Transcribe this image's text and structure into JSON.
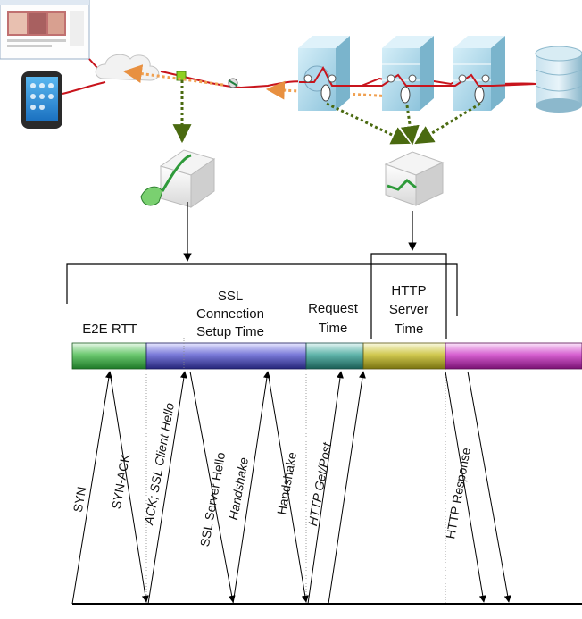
{
  "phases": [
    {
      "key": "e2e",
      "label": "E2E RTT"
    },
    {
      "key": "ssl",
      "line1": "SSL",
      "line2": "Connection",
      "line3": "Setup Time"
    },
    {
      "key": "request",
      "line1": "Request",
      "line2": "Time"
    },
    {
      "key": "server",
      "line1": "HTTP",
      "line2": "Server",
      "line3": "Time"
    }
  ],
  "messages": [
    {
      "key": "syn",
      "label": "SYN",
      "italic": false
    },
    {
      "key": "synack",
      "label": "SYN-ACK",
      "italic": false
    },
    {
      "key": "ack",
      "label": "ACK; SSL Client Hello",
      "italic": true
    },
    {
      "key": "serverhello",
      "label": "SSL Server Hello",
      "italic": false
    },
    {
      "key": "handshake1",
      "label": "Handshake",
      "italic": true
    },
    {
      "key": "handshake2",
      "label": "Handshake",
      "italic": false
    },
    {
      "key": "get",
      "label": "HTTP Get/Post",
      "italic": true
    },
    {
      "key": "response",
      "label": "HTTP Response",
      "italic": false
    }
  ],
  "colors": {
    "network_line": "#c8141c",
    "probe_path": "#5a7a14",
    "return_path": "#f0a050",
    "seg_e2e": "#2e9a3a",
    "seg_ssl": "#4848b0",
    "seg_request": "#2e8a80",
    "seg_server": "#a8a020",
    "seg_response": "#b02aa8",
    "server_box": "#9fd4e8",
    "database": "#9fc8da"
  },
  "icons": [
    "browser-screenshot",
    "mobile-phone-icon",
    "cloud-icon",
    "network-tap-icon",
    "network-probe-appliance-icon",
    "server-probe-appliance-icon",
    "web-server-icon",
    "app-server-icon",
    "middleware-server-icon",
    "database-icon",
    "measurement-sensor-icon"
  ]
}
